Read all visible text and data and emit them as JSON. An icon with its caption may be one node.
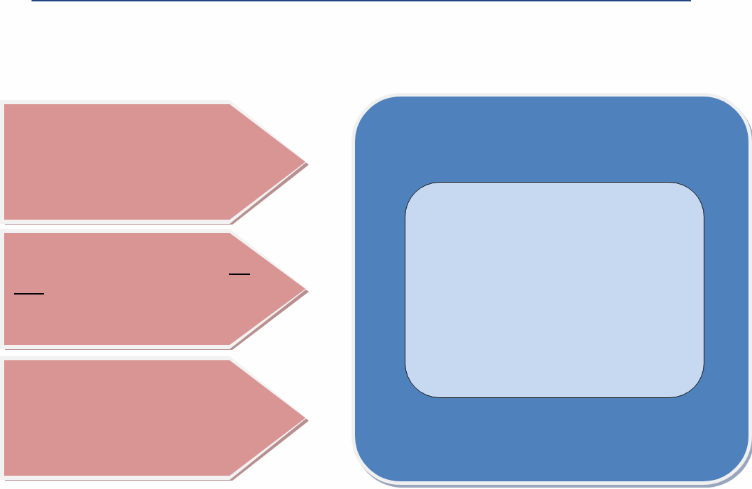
{
  "diagram": {
    "nodes": [
      {
        "text": [],
        "shape": "pentagon"
      },
      {
        "text": [],
        "shape": "pentagon"
      },
      {
        "text": [],
        "shape": "pentagon"
      },
      {
        "text": [],
        "shape": "box"
      },
      {
        "text": [],
        "shape": "box",
        "in": 3
      }
    ]
  }
}
